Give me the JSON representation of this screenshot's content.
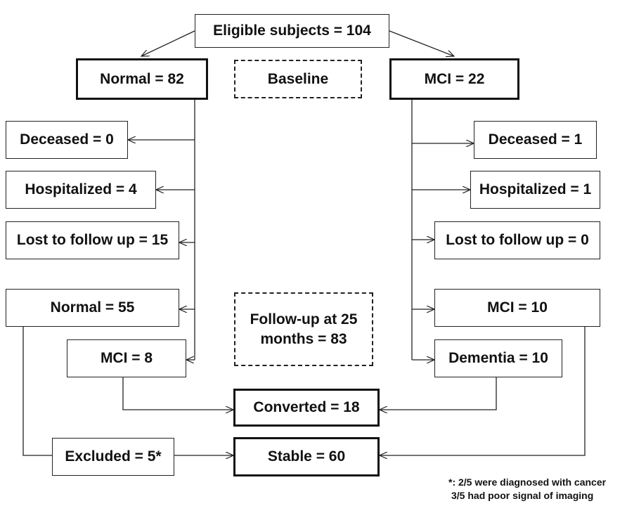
{
  "boxes": {
    "eligible": "Eligible subjects  = 104",
    "normal_baseline": "Normal = 82",
    "baseline": "Baseline",
    "mci_baseline": "MCI = 22",
    "deceased_left": "Deceased = 0",
    "hospitalized_left": "Hospitalized = 4",
    "lost_left": "Lost to follow up = 15",
    "normal_follow": "Normal = 55",
    "mci_left": "MCI = 8",
    "followup_line1": "Follow-up at 25",
    "followup_line2": "months = 83",
    "deceased_right": "Deceased = 1",
    "hospitalized_right": "Hospitalized = 1",
    "lost_right": "Lost to follow up = 0",
    "mci_right": "MCI = 10",
    "dementia": "Dementia = 10",
    "converted": "Converted = 18",
    "excluded": "Excluded = 5*",
    "stable": "Stable = 60"
  },
  "footnote": {
    "line1": "*: 2/5 were diagnosed with cancer",
    "line2": "3/5  had poor signal of imaging"
  }
}
